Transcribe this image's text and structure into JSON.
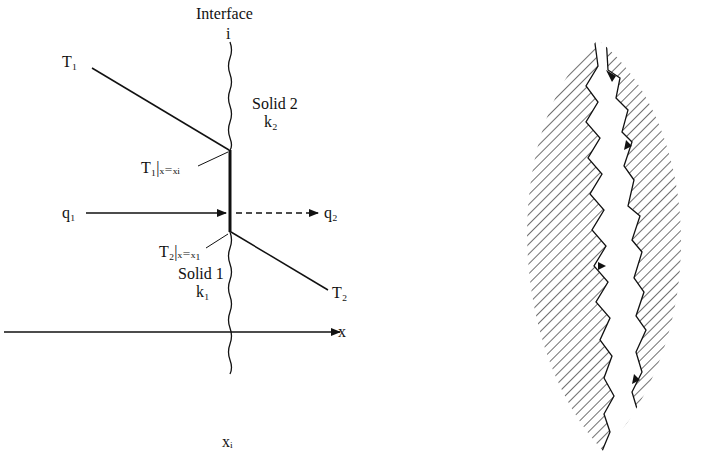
{
  "diagram": {
    "labels": [
      "Interface",
      "i",
      "T₁",
      "Solid 2",
      "k₂",
      "T₁|ₓ₌ₓᵢ",
      "q₁",
      "q₂",
      "Solid 1",
      "k₁",
      "T₂|ₓ₌ₓ₁",
      "T₂",
      "x",
      "xᵢ"
    ]
  }
}
